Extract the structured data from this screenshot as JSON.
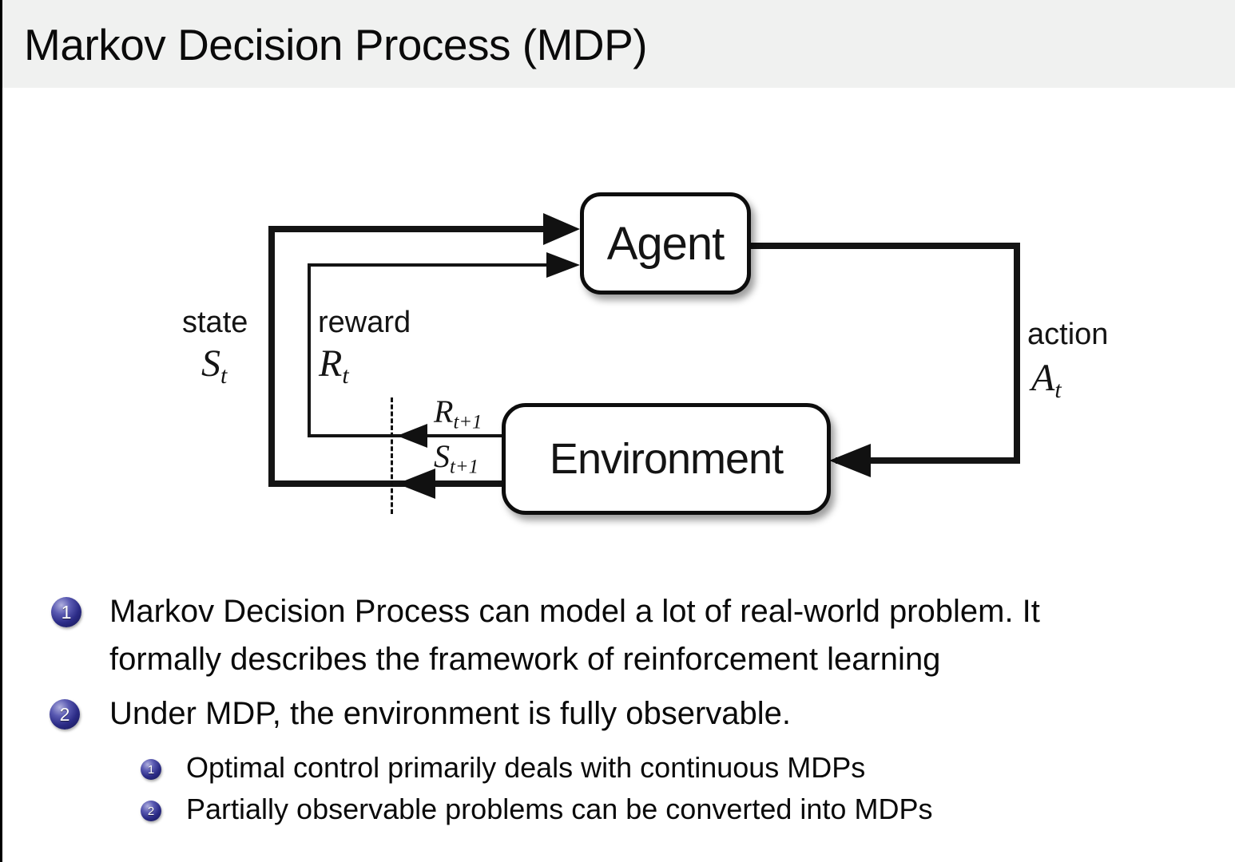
{
  "slide": {
    "title": "Markov Decision Process (MDP)",
    "bullets": [
      {
        "number": "1",
        "lines": [
          "Markov Decision Process can model a lot of real-world problem. It",
          "formally describes the framework of reinforcement learning"
        ]
      },
      {
        "number": "2",
        "lines": [
          "Under MDP, the environment is fully observable."
        ],
        "sub": [
          {
            "number": "1",
            "text": "Optimal control primarily deals with continuous MDPs"
          },
          {
            "number": "2",
            "text": "Partially observable problems can be converted into MDPs"
          }
        ]
      }
    ]
  },
  "diagram": {
    "agent_label": "Agent",
    "environment_label": "Environment",
    "state_word": "state",
    "state_symbol": "S",
    "state_symbol_sub": "t",
    "reward_word": "reward",
    "reward_symbol": "R",
    "reward_symbol_sub": "t",
    "action_word": "action",
    "action_symbol": "A",
    "action_symbol_sub": "t",
    "next_reward_symbol": "R",
    "next_reward_sub": "t+1",
    "next_state_symbol": "S",
    "next_state_sub": "t+1"
  },
  "colors": {
    "title_bar_background": "#f0f1f0",
    "bullet_ball": "#2b2b86",
    "diagram_stroke": "#111111",
    "text": "#0a0a0a"
  }
}
